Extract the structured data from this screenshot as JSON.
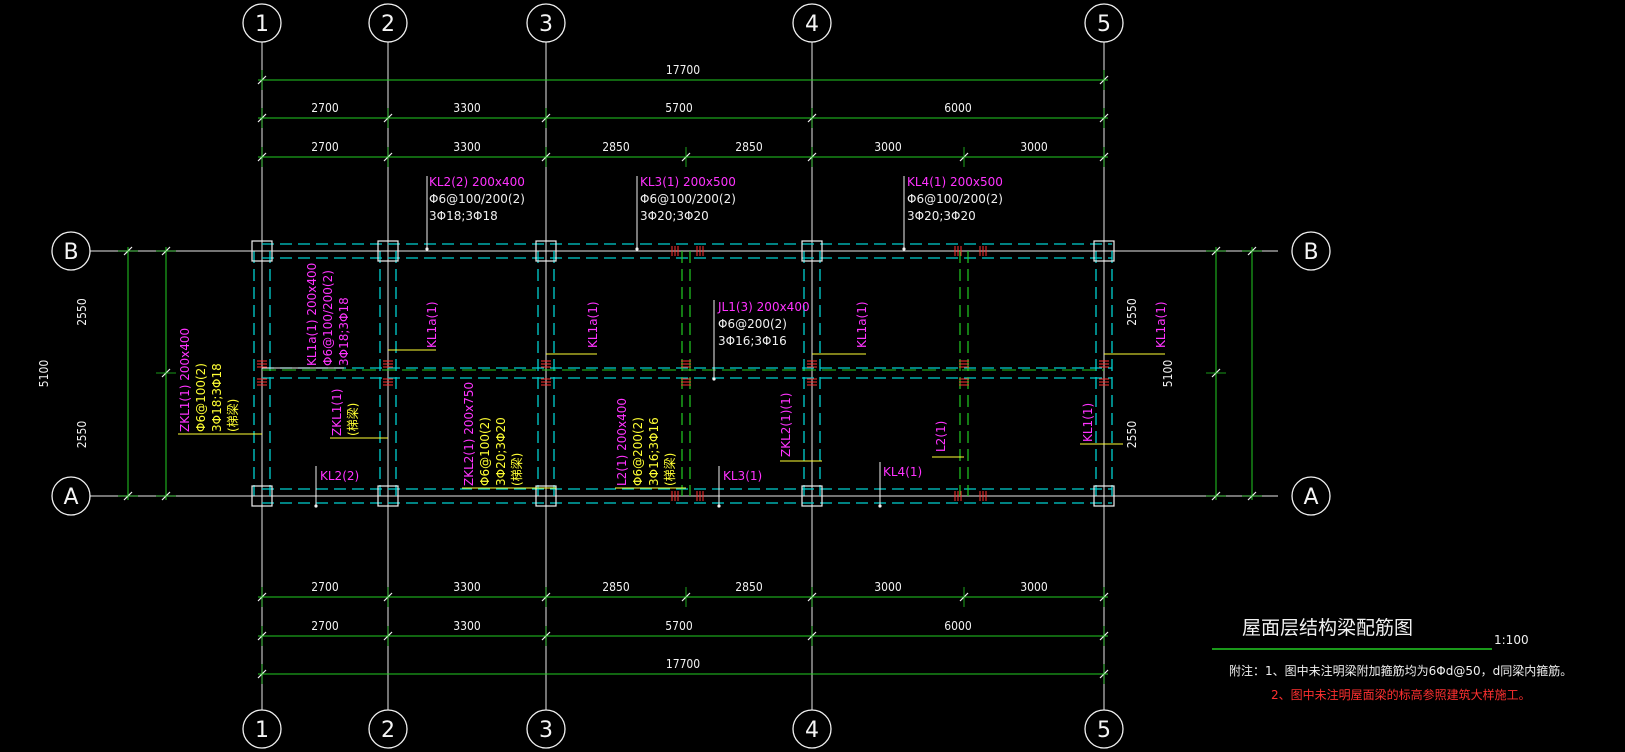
{
  "axes": {
    "numbered": [
      "1",
      "2",
      "3",
      "4",
      "5"
    ],
    "lettered": [
      "B",
      "A"
    ]
  },
  "dimensions": {
    "total": "17700",
    "bays": [
      "2700",
      "3300",
      "5700",
      "6000"
    ],
    "sub_bays": [
      "2700",
      "3300",
      "2850",
      "2850",
      "3000",
      "3000"
    ],
    "vertical_total": "5100",
    "vertical_parts": [
      "2550",
      "2550"
    ]
  },
  "beams": {
    "kl2_top": {
      "name": "KL2(2) 200x400",
      "stirrup": "Φ6@100/200(2)",
      "bars": "3Φ18;3Φ18"
    },
    "kl3_top": {
      "name": "KL3(1) 200x500",
      "stirrup": "Φ6@100/200(2)",
      "bars": "3Φ20;3Φ20"
    },
    "kl4_top": {
      "name": "KL4(1) 200x500",
      "stirrup": "Φ6@100/200(2)",
      "bars": "3Φ20;3Φ20"
    },
    "jl1": {
      "name": "JL1(3) 200x400",
      "stirrup": "Φ6@200(2)",
      "bars": "3Φ16;3Φ16"
    },
    "kl1a1_detail": {
      "name": "KL1a(1) 200x400",
      "stirrup": "Φ6@100/200(2)",
      "bars": "3Φ18;3Φ18"
    },
    "kl1a1": "KL1a(1)",
    "zkl1_detail": {
      "name": "ZKL1(1) 200x400",
      "stirrup": "Φ6@100(2)",
      "bars": "3Φ18;3Φ18",
      "note": "(梯梁)"
    },
    "zkl1": {
      "name": "ZKL1(1)",
      "note": "(梯梁)"
    },
    "zkl2_detail": {
      "name": "ZKL2(1) 200x750",
      "stirrup": "Φ6@100(2)",
      "bars": "3Φ20;3Φ20",
      "note": "(梯梁)"
    },
    "l2_detail": {
      "name": "L2(1) 200x400",
      "stirrup": "Φ6@200(2)",
      "bars": "3Φ16;3Φ16",
      "note": "(梯梁)"
    },
    "kl2_bottom": "KL2(2)",
    "kl3_bottom": "KL3(1)",
    "zkl2_right": "ZKL2(1)(1)",
    "kl4_bottom": "KL4(1)",
    "l2_right": "L2(1)",
    "kl1_right": "KL1(1)"
  },
  "title": {
    "text": "屋面层结构梁配筋图",
    "scale": "1:100"
  },
  "notes": {
    "line1": "附注：1、图中未注明梁附加箍筋均为6Φd@50，d同梁内箍筋。",
    "line2": "2、图中未注明屋面梁的标高参照建筑大样施工。"
  },
  "colors": {
    "background": "#000000",
    "grid": "#ffffff",
    "dimension": "#22cc22",
    "beam_dash": "#00d0d0",
    "label_magenta": "#ff33ff",
    "label_yellow": "#ffff33",
    "note_red": "#ff3030"
  }
}
